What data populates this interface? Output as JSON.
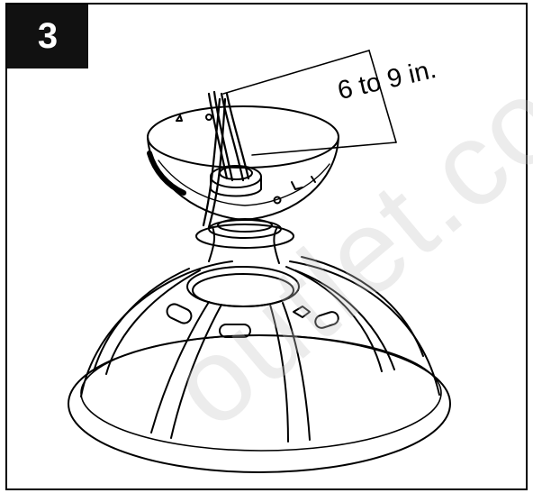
{
  "step": {
    "number": "3"
  },
  "measurement": {
    "label": "6 to 9 in."
  },
  "watermark": {
    "text": "outlet.com"
  },
  "colors": {
    "ink": "#000000",
    "step_box": "#111111",
    "watermark": "#c7c7c7"
  }
}
